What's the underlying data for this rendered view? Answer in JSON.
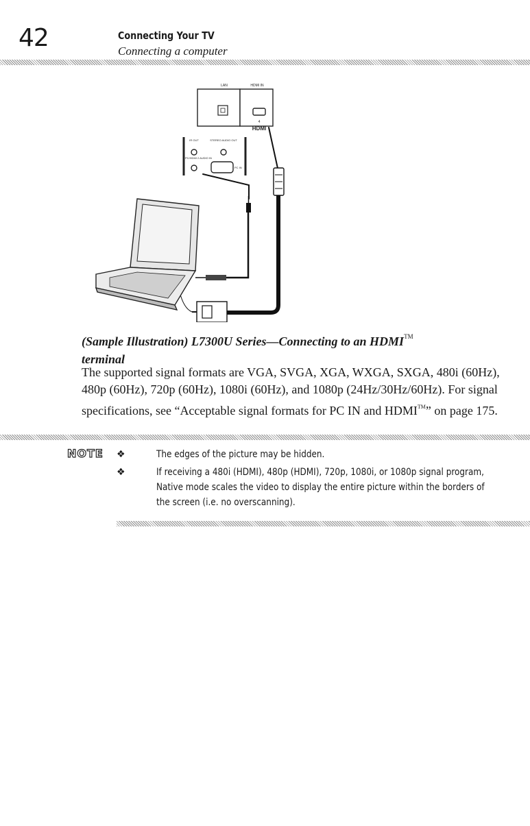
{
  "header": {
    "page_number": "42",
    "chapter_title": "Connecting Your TV",
    "section_title": "Connecting a computer"
  },
  "illustration": {
    "labels": {
      "lan": "LAN",
      "hdmi_in": "HDMI IN",
      "hdmi_port_number": "4",
      "hdmi_logo": "HDMI",
      "ir_out": "IR OUT",
      "stereo_audio_out": "STEREO AUDIO OUT",
      "pc_hdmi2_audio_in": "PC/HDMI 2 AUDIO IN",
      "pc_in": "PC IN"
    }
  },
  "caption": {
    "text": "(Sample Illustration) L7300U Series—Connecting to an HDMI",
    "trademark": "TM",
    "line2": "terminal"
  },
  "body": {
    "part1": "The supported signal formats are VGA, SVGA, XGA, WXGA, SXGA, 480i (60Hz), 480p (60Hz), 720p (60Hz), 1080i (60Hz), and 1080p (24Hz/30Hz/60Hz). For signal specifications, see “Acceptable signal formats for PC IN and HDMI",
    "trademark": "TM",
    "part2": "” on page 175."
  },
  "note": {
    "label": "NOTE",
    "bullet_glyph": "❖",
    "items": [
      "The edges of the picture may be hidden.",
      "If receiving a 480i (HDMI), 480p (HDMI), 720p, 1080i, or 1080p signal program, Native mode scales the video to display the entire picture within the borders of the screen (i.e. no overscanning)."
    ]
  }
}
